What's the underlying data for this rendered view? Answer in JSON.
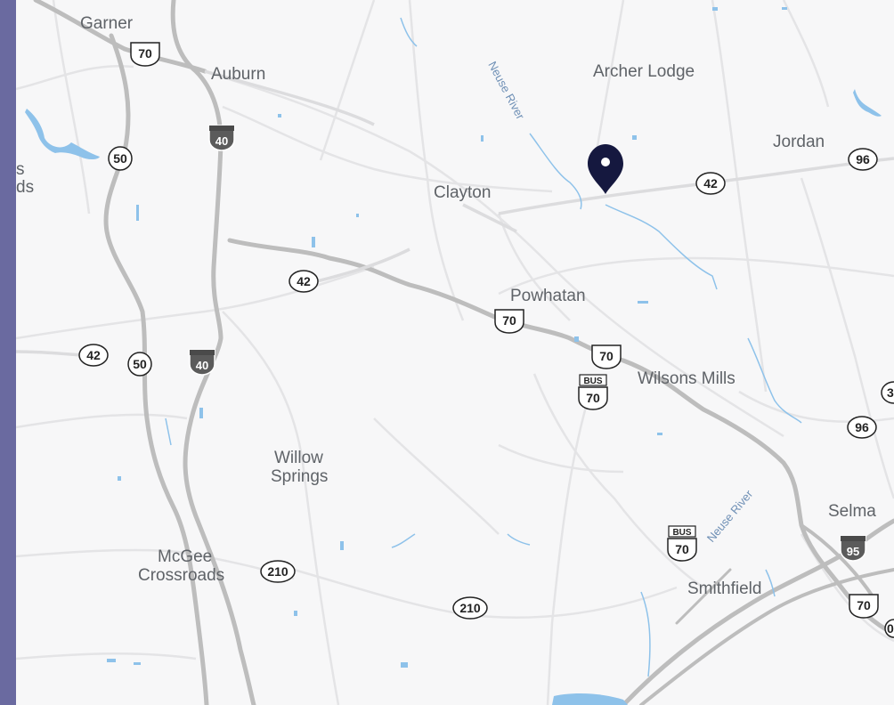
{
  "colors": {
    "sidebar": "#6a6aa0",
    "land": "#f7f7f8",
    "road_major": "#bdbdbd",
    "road_minor": "#e6e6e8",
    "water": "#8ec2ea",
    "place_label": "#5f6368",
    "pin": "#15183f"
  },
  "places": {
    "garner": "Garner",
    "auburn": "Auburn",
    "archer_lodge": "Archer Lodge",
    "jordan": "Jordan",
    "clayton": "Clayton",
    "powhatan": "Powhatan",
    "wilsons_mills": "Wilsons Mills",
    "willow": "Willow",
    "springs": "Springs",
    "mcgee": "McGee",
    "crossroads": "Crossroads",
    "selma": "Selma",
    "smithfield": "Smithfield",
    "partial_s": "s",
    "partial_ds": "ds"
  },
  "rivers": {
    "neuse_north": "Neuse River",
    "neuse_south": "Neuse River"
  },
  "shields": {
    "us70_garner": "70",
    "us50_a": "50",
    "i40_a": "40",
    "nc42_right": "42",
    "nc96_right": "96",
    "nc42_mid": "42",
    "us70_powhatan": "70",
    "nc42_left": "42",
    "us50_b": "50",
    "i40_b": "40",
    "us70_b": "70",
    "bus70_a": "70",
    "bus_label_a": "BUS",
    "nc96_b": "96",
    "partial_3": "3",
    "bus70_b": "70",
    "bus_label_b": "BUS",
    "i95": "95",
    "nc210_a": "210",
    "nc210_b": "210",
    "us70_c": "70",
    "partial_0": "0"
  },
  "marker": {
    "icon": "map-pin-icon"
  }
}
